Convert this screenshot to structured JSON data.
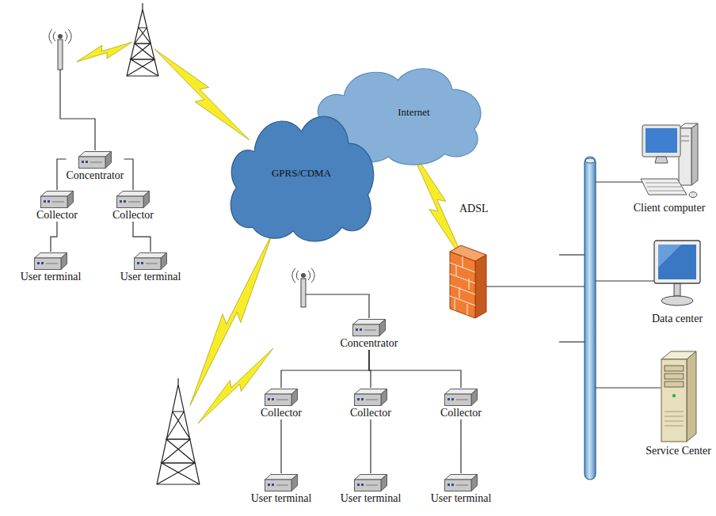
{
  "diagram": {
    "nodes": [
      {
        "text": [
          "Concentrator"
        ]
      },
      {
        "text": [
          "Collector"
        ]
      },
      {
        "text": [
          "Collector"
        ]
      },
      {
        "text": [
          "User terminal"
        ]
      },
      {
        "text": [
          "User terminal"
        ]
      },
      {
        "text": [
          "Internet"
        ]
      },
      {
        "text": [
          "GPRS/CDMA"
        ]
      },
      {
        "text": [
          "Client computer"
        ]
      },
      {
        "text": [
          "Data center"
        ]
      },
      {
        "text": [
          "Concentrator"
        ]
      },
      {
        "text": [
          "Collector"
        ]
      },
      {
        "text": [
          "Collector"
        ]
      },
      {
        "text": [
          "Collector"
        ]
      },
      {
        "text": [
          "User terminal"
        ]
      },
      {
        "text": [
          "User terminal"
        ]
      },
      {
        "text": [
          "User terminal"
        ]
      },
      {
        "text": [
          "Service Center"
        ]
      }
    ],
    "edges": [
      {
        "from": 0,
        "to": 1,
        "arrow": "none"
      },
      {
        "from": 0,
        "to": 2,
        "arrow": "none"
      },
      {
        "from": 1,
        "to": 3,
        "arrow": "none"
      },
      {
        "from": 2,
        "to": 4,
        "arrow": "none"
      },
      {
        "from": 9,
        "to": 10,
        "arrow": "none"
      },
      {
        "from": 9,
        "to": 11,
        "arrow": "none"
      },
      {
        "from": 9,
        "to": 12,
        "arrow": "none"
      },
      {
        "from": 10,
        "to": 13,
        "arrow": "none"
      },
      {
        "from": 11,
        "to": 14,
        "arrow": "none"
      },
      {
        "from": 12,
        "to": 15,
        "arrow": "none"
      }
    ],
    "labels": [
      "ADSL"
    ]
  }
}
